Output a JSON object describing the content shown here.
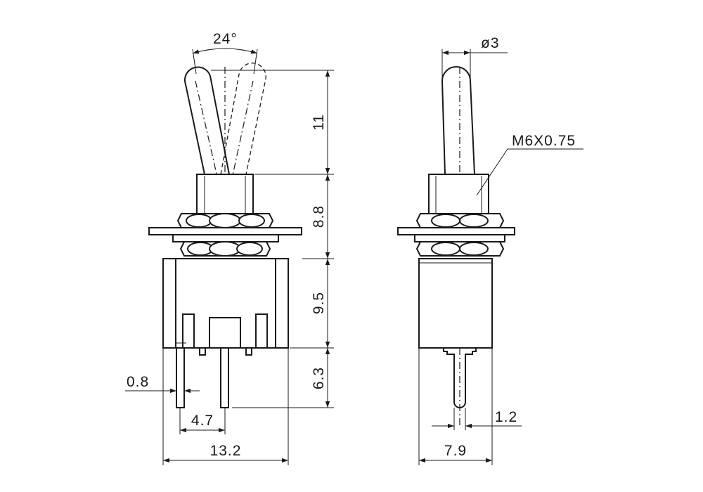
{
  "dimensions": {
    "angle": "24°",
    "lever_length": "11",
    "bushing_height": "8.8",
    "body_height": "9.5",
    "terminal_length": "6.3",
    "terminal_width": "0.8",
    "terminal_pitch": "4.7",
    "body_width": "13.2",
    "lever_diameter": "ø3",
    "thread": "M6X0.75",
    "terminal_thickness": "1.2",
    "body_depth": "7.9"
  }
}
